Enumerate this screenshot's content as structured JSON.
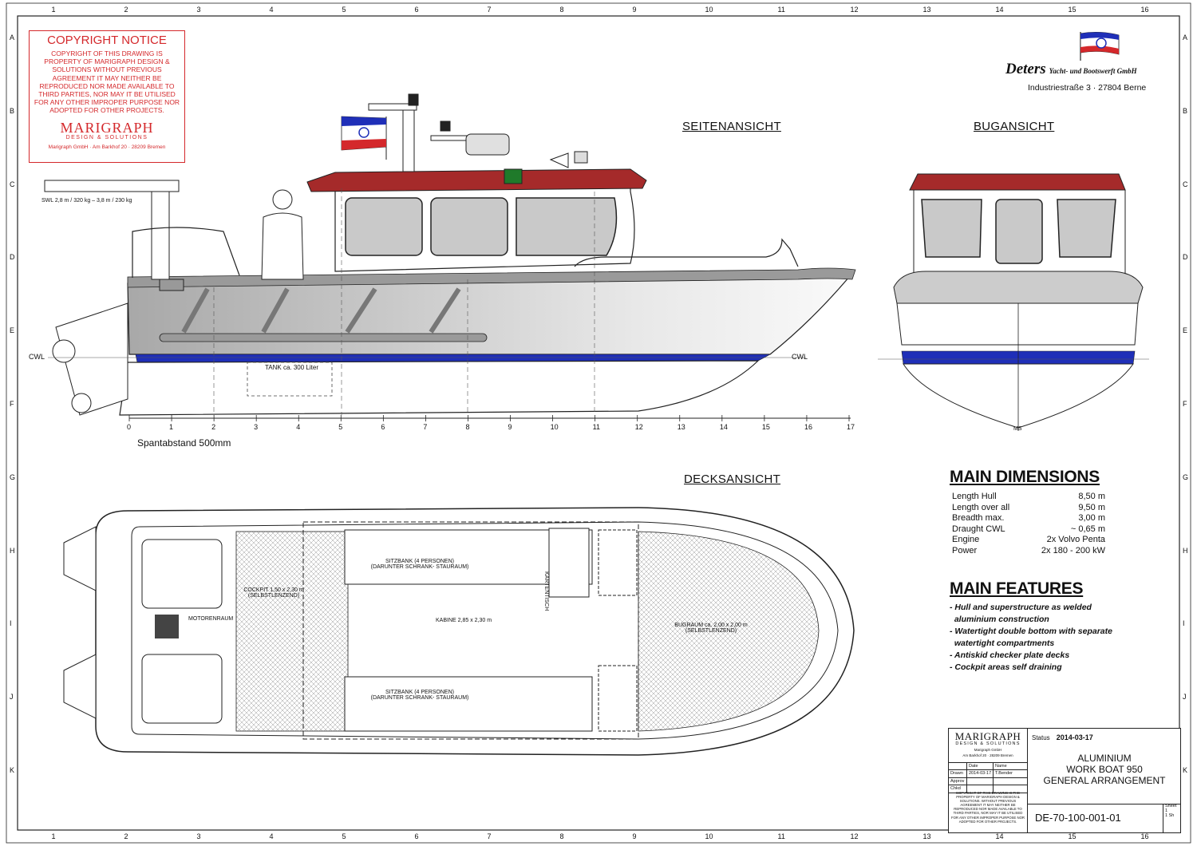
{
  "grid": {
    "cols": [
      "1",
      "2",
      "3",
      "4",
      "5",
      "6",
      "7",
      "8",
      "9",
      "10",
      "11",
      "12",
      "13",
      "14",
      "15",
      "16"
    ],
    "rows": [
      "A",
      "B",
      "C",
      "D",
      "E",
      "F",
      "G",
      "H",
      "I",
      "J",
      "K"
    ]
  },
  "copyright": {
    "title": "COPYRIGHT NOTICE",
    "body": "COPYRIGHT OF THIS DRAWING IS PROPERTY OF MARIGRAPH DESIGN & SOLUTIONS WITHOUT PREVIOUS AGREEMENT IT MAY NEITHER BE REPRODUCED NOR MADE AVAILABLE TO THIRD PARTIES, NOR MAY IT BE UTILISED FOR ANY OTHER IMPROPER PURPOSE NOR ADOPTED FOR OTHER PROJECTS.",
    "logo": "MARIGRAPH",
    "logo_sub": "DESIGN & SOLUTIONS",
    "address": "Marigraph GmbH · Am Barkhof 20 · 28209 Bremen"
  },
  "views": {
    "side": "SEITENANSICHT",
    "bow": "BUGANSICHT",
    "deck": "DECKSANSICHT"
  },
  "shipyard": {
    "brand": "Deters",
    "brand_sub": "Yacht- und Bootswerft GmbH",
    "address": "Industriestraße 3 · 27804 Berne"
  },
  "side_view": {
    "crane_label": "SWL 2,8 m / 320 kg – 3,8 m / 230 kg",
    "cwl_left": "CWL",
    "cwl_right": "CWL",
    "tank_label": "TANK ca. 300 Liter",
    "frames": [
      "0",
      "1",
      "2",
      "3",
      "4",
      "5",
      "6",
      "7",
      "8",
      "9",
      "10",
      "11",
      "12",
      "13",
      "14",
      "15",
      "16",
      "17"
    ],
    "frame_spacing": "Spantabstand 500mm"
  },
  "bow_view": {
    "ms_label": "MS"
  },
  "deck_view": {
    "seat_top": "SITZBANK (4 PERSONEN)",
    "seat_top_sub": "(DARUNTER SCHRANK- STAURAUM)",
    "seat_bottom": "SITZBANK (4 PERSONEN)",
    "seat_bottom_sub": "(DARUNTER SCHRANK- STAURAUM)",
    "cockpit": "COCKPIT 1,50 x 2,30 m",
    "cockpit_sub": "(SELBSTLENZEND)",
    "engine_room": "MOTORENRAUM",
    "cabin": "KABINE 2,85 x 2,30 m",
    "chart_table": "KARTENTISCH",
    "bow_space": "BUGRAUM ca. 2,00 x 2,00 m",
    "bow_space_sub": "(SELBSTLENZEND)"
  },
  "main_dimensions": {
    "title": "MAIN DIMENSIONS",
    "rows": [
      {
        "label": "Length Hull",
        "value": "8,50 m"
      },
      {
        "label": "Length over all",
        "value": "9,50 m"
      },
      {
        "label": "Breadth max.",
        "value": "3,00 m"
      },
      {
        "label": "Draught CWL",
        "value": "~ 0,65 m"
      },
      {
        "label": "Engine",
        "value": "2x Volvo Penta"
      },
      {
        "label": "Power",
        "value": "2x 180 - 200 kW"
      }
    ]
  },
  "main_features": {
    "title": "MAIN FEATURES",
    "items": [
      "- Hull and superstructure as welded",
      "  aluminium construction",
      "- Watertight double bottom with separate",
      "  watertight compartments",
      "- Antiskid checker plate decks",
      "- Cockpit areas self draining"
    ]
  },
  "title_block": {
    "logo": "MARIGRAPH",
    "logo_sub": "DESIGN & SOLUTIONS",
    "logo_addr1": "Marigraph GmbH",
    "logo_addr2": "Am Barkhof 20 · 28209 Bremen",
    "hdr_date": "Date",
    "hdr_name": "Name",
    "drawn": "Drawn",
    "drawn_date": "2014-03-17",
    "drawn_name": "T.Bender",
    "approv": "Approv",
    "chkd": "Chkd",
    "note": "COPYRIGHT OF THIS DRAWING IS THE PROPERTY OF MARIGRAPH DESIGN & SOLUTIONS. WITHOUT PREVIOUS AGREEMENT IT MAY NEITHER BE REPRODUCED NOR MADE AVAILABLE TO THIRD PARTIES, NOR MAY IT BE UTILISED FOR ANY OTHER IMPROPER PURPOSE NOR ADOPTED FOR OTHER PROJECTS.",
    "status_label": "Status",
    "status_value": "2014-03-17",
    "name_line1": "ALUMINIUM",
    "name_line2": "WORK BOAT 950",
    "name_line3": "GENERAL ARRANGEMENT",
    "drawing_number": "DE-70-100-001-01",
    "sheet_label": "Sheet",
    "sheet_value": "1",
    "sheet_of": "1  Sh"
  },
  "colors": {
    "roof": "#a52a2a",
    "waterline": "#1f2fb8",
    "hull_grey": "#b8b8b8",
    "window": "#c9c9c9",
    "copyright_red": "#d4282b"
  }
}
